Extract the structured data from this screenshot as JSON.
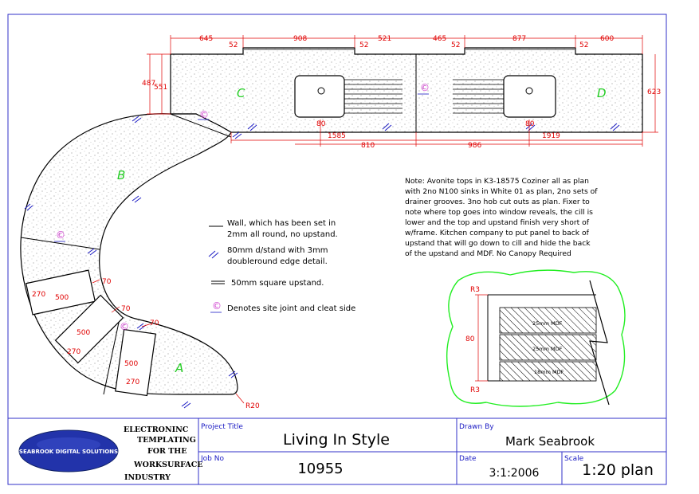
{
  "dims": {
    "top": [
      "645",
      "52",
      "908",
      "52",
      "521",
      "465",
      "52",
      "877",
      "52",
      "600"
    ],
    "left_outer": "487",
    "left_inner": "551",
    "right": "623",
    "sink_offsets": [
      "80",
      "80"
    ],
    "bottom_a": "1585",
    "bottom_b": "810",
    "bottom_c": "986",
    "bottom_d": "1919",
    "hob1": [
      "270",
      "500",
      "70"
    ],
    "hob2": [
      "500",
      "270",
      "70"
    ],
    "hob3": [
      "500",
      "270",
      "70"
    ],
    "radius": "R20"
  },
  "section_labels": [
    "C",
    "D",
    "B",
    "A"
  ],
  "cj_symbol": "©",
  "note": [
    "Note:  Avonite tops in K3-18575 Coziner all as plan",
    "with 2no N100 sinks in White 01 as plan, 2no sets of",
    "drainer grooves. 3no hob cut outs as plan. Fixer to",
    "note where top goes into window reveals, the cill is",
    "lower and the top and upstand finish very short of",
    "w/frame. Kitchen company to put panel to back of",
    "upstand that will go down to cill and hide the back",
    "of the upstand and MDF. No Canopy Required"
  ],
  "legend": {
    "wall": [
      "Wall, which has been set in",
      "2mm all round, no upstand."
    ],
    "edge": [
      "80mm d/stand with 3mm",
      "doubleround edge detail."
    ],
    "upstand": "50mm square upstand.",
    "joint": "Denotes site joint and cleat side"
  },
  "section": {
    "r_top": "R3",
    "r_bottom": "R3",
    "height": "80",
    "layers": [
      "25mm MDF",
      "25mm MDF",
      "18mm MDF"
    ]
  },
  "title_block": {
    "logo_text": "SEABROOK DIGITAL SOLUTIONS",
    "company": [
      "ELECTRONINC",
      "TEMPLATING",
      "FOR THE",
      "WORKSURFACE",
      "INDUSTRY"
    ],
    "project_title_label": "Project Title",
    "project_title": "Living In Style",
    "job_no_label": "Job No",
    "job_no": "10955",
    "drawn_by_label": "Drawn By",
    "drawn_by": "Mark Seabrook",
    "date_label": "Date",
    "date": "3:1:2006",
    "scale_label": "Scale",
    "scale": "1:20 plan"
  },
  "colors": {
    "dimension": "#e00000",
    "section_label": "#22cc22",
    "edge_mark": "#1c1cc4",
    "site_joint": "#cc33cc",
    "cloud": "#22ee22",
    "logo": "#2233aa"
  }
}
